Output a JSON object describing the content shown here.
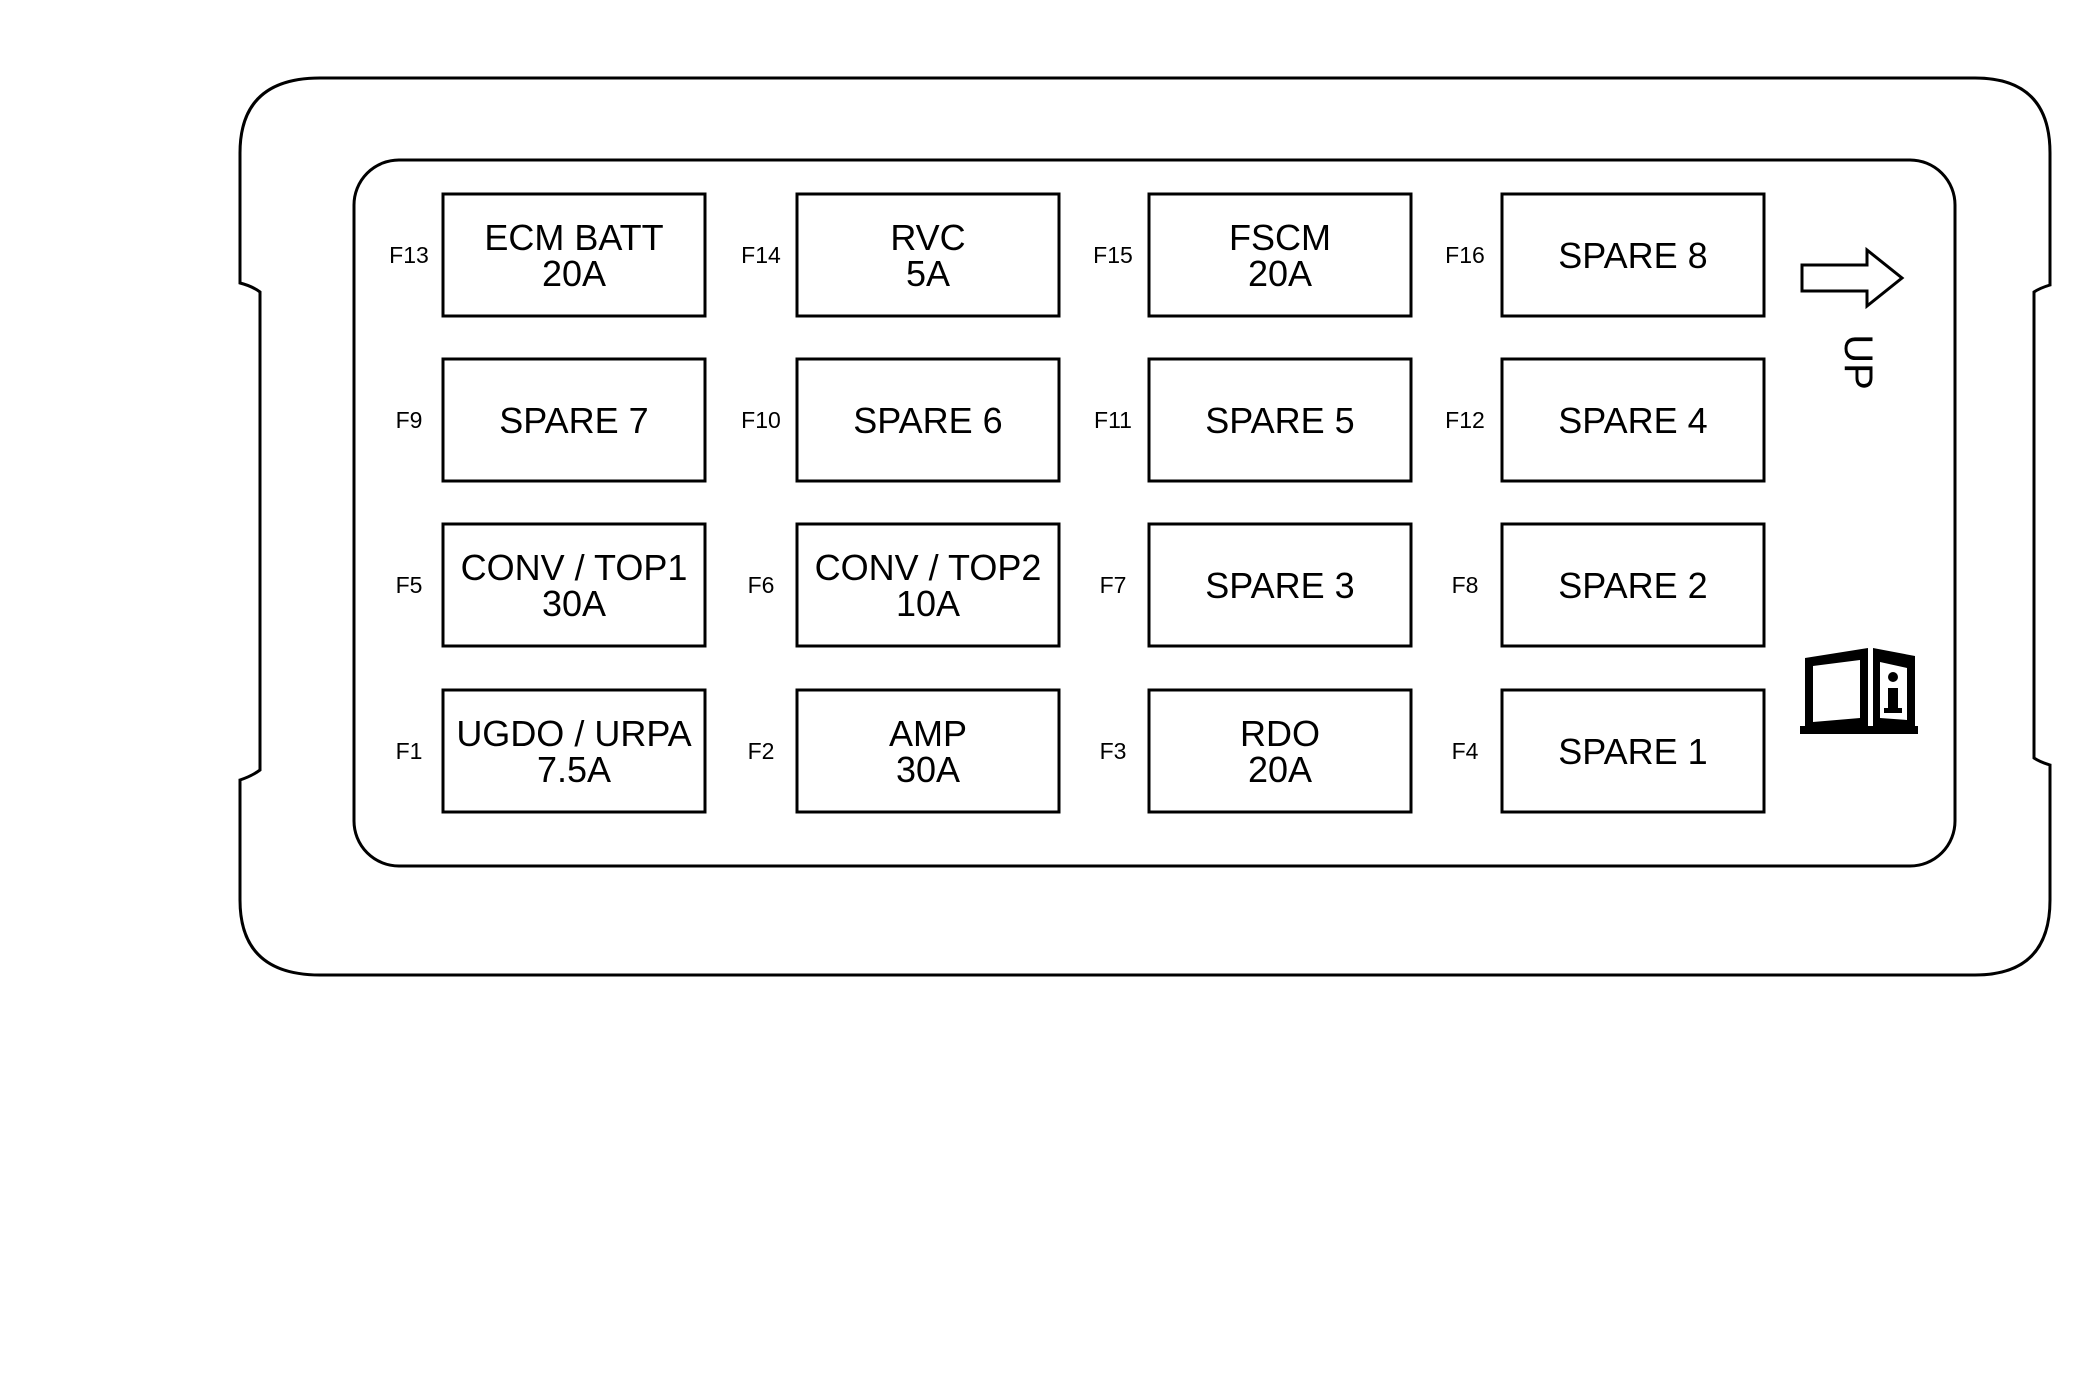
{
  "legend": {
    "up_label": "UP",
    "up_arrow_icon": "arrow-right-icon",
    "manual_icon": "owners-manual-info-icon"
  },
  "fuse_rows": [
    [
      {
        "id": "F13",
        "lines": [
          "ECM BATT",
          "20A"
        ]
      },
      {
        "id": "F14",
        "lines": [
          "RVC",
          "5A"
        ]
      },
      {
        "id": "F15",
        "lines": [
          "FSCM",
          "20A"
        ]
      },
      {
        "id": "F16",
        "lines": [
          "SPARE 8"
        ]
      }
    ],
    [
      {
        "id": "F9",
        "lines": [
          "SPARE 7"
        ]
      },
      {
        "id": "F10",
        "lines": [
          "SPARE 6"
        ]
      },
      {
        "id": "F11",
        "lines": [
          "SPARE 5"
        ]
      },
      {
        "id": "F12",
        "lines": [
          "SPARE 4"
        ]
      }
    ],
    [
      {
        "id": "F5",
        "lines": [
          "CONV / TOP1",
          "30A"
        ]
      },
      {
        "id": "F6",
        "lines": [
          "CONV / TOP2",
          "10A"
        ]
      },
      {
        "id": "F7",
        "lines": [
          "SPARE 3"
        ]
      },
      {
        "id": "F8",
        "lines": [
          "SPARE 2"
        ]
      }
    ],
    [
      {
        "id": "F1",
        "lines": [
          "UGDO / URPA",
          "7.5A"
        ]
      },
      {
        "id": "F2",
        "lines": [
          "AMP",
          "30A"
        ]
      },
      {
        "id": "F3",
        "lines": [
          "RDO",
          "20A"
        ]
      },
      {
        "id": "F4",
        "lines": [
          "SPARE 1"
        ]
      }
    ]
  ]
}
